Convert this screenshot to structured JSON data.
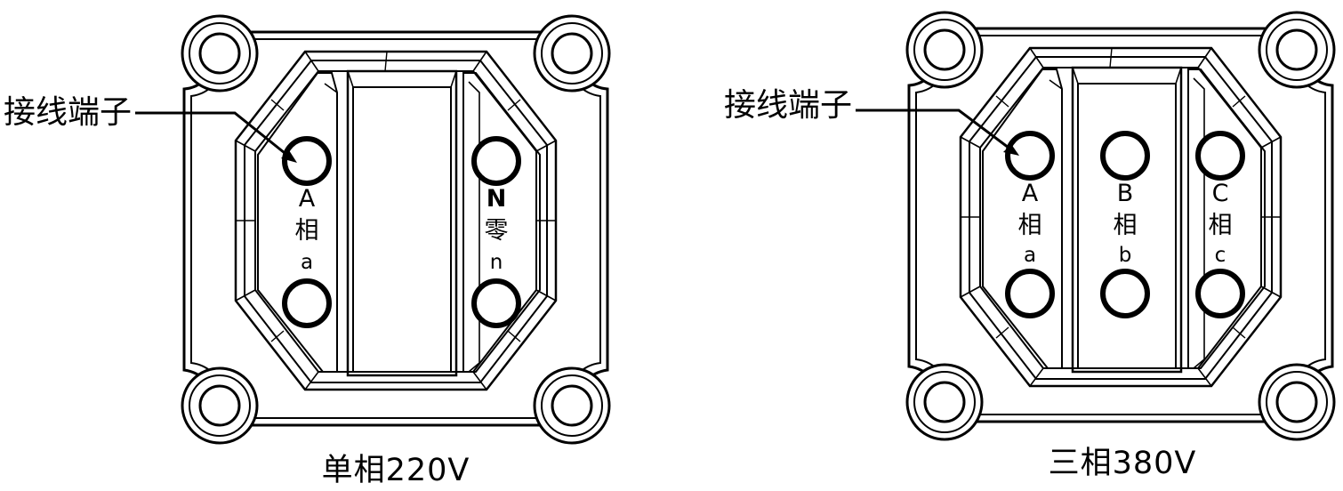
{
  "panels": [
    {
      "id": "single-phase",
      "caption": "单相220V",
      "pointer_label": "接线端子",
      "terminals": [
        {
          "id": "a",
          "letter": "A",
          "word": "相",
          "sub": "a"
        },
        {
          "id": "n",
          "letter": "N",
          "word": "零",
          "sub": "n"
        }
      ]
    },
    {
      "id": "three-phase",
      "caption": "三相380V",
      "pointer_label": "接线端子",
      "terminals": [
        {
          "id": "a",
          "letter": "A",
          "word": "相",
          "sub": "a"
        },
        {
          "id": "b",
          "letter": "B",
          "word": "相",
          "sub": "b"
        },
        {
          "id": "c",
          "letter": "C",
          "word": "相",
          "sub": "c"
        }
      ]
    }
  ]
}
